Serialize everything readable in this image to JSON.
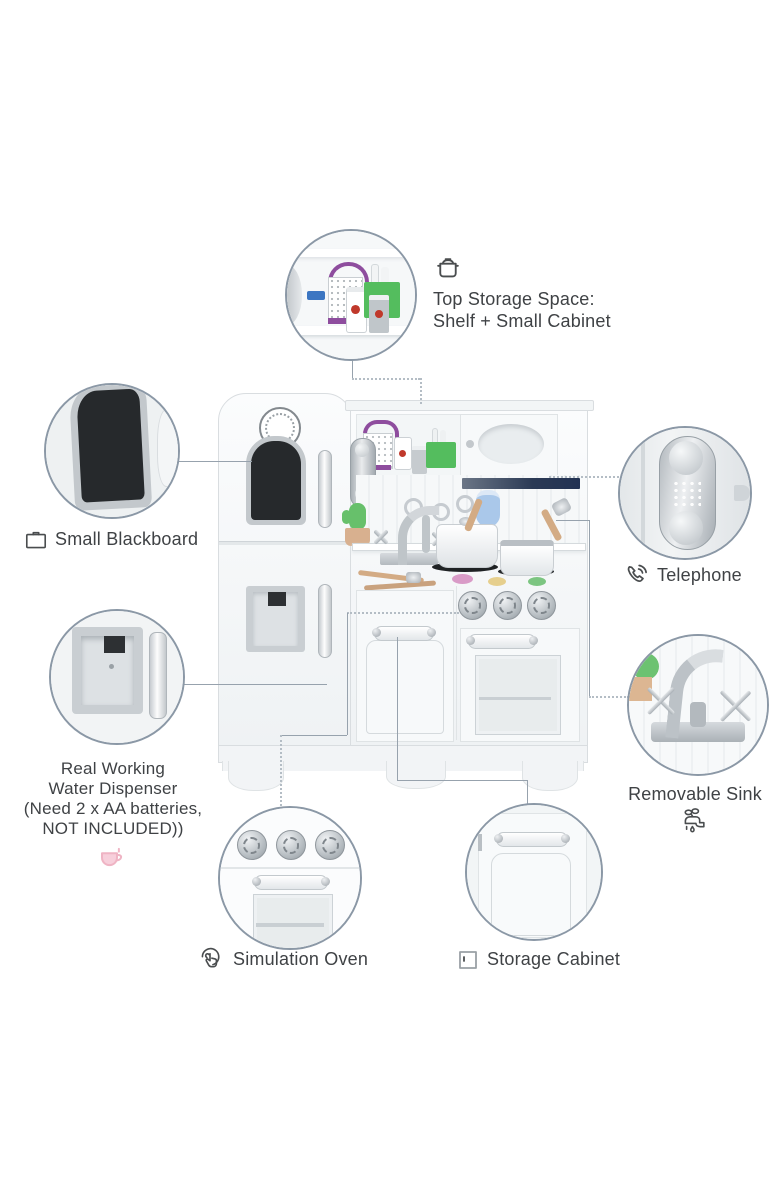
{
  "page": {
    "background": "#ffffff"
  },
  "colors": {
    "callout_border": "#8b98a6",
    "text": "#3f4245",
    "blackboard": "#26292c",
    "accent_purple": "#8e4d9e",
    "accent_green": "#54bd5e",
    "accent_blue": "#3c76c2",
    "accent_red": "#c0392b",
    "cup_pink": "#f3c4d2",
    "dark_strip": "#2b3a55",
    "silver": "#c6cbd0"
  },
  "callouts": {
    "top_storage": {
      "icon": "pot-icon",
      "label_lines": [
        "Top Storage Space:",
        "Shelf + Small Cabinet"
      ]
    },
    "blackboard": {
      "icon": "blackboard-icon",
      "label": "Small Blackboard"
    },
    "telephone": {
      "icon": "phone-icon",
      "label": "Telephone"
    },
    "water_dispenser": {
      "icon": "cup-icon",
      "label_lines": [
        "Real Working",
        "Water Dispenser",
        "(Need 2 x AA batteries,",
        "NOT INCLUDED))"
      ]
    },
    "sink": {
      "icon": "faucet-icon",
      "label": "Removable Sink"
    },
    "oven": {
      "icon": "hand-click-icon",
      "label": "Simulation Oven"
    },
    "cabinet": {
      "icon": "cabinet-icon",
      "label": "Storage Cabinet"
    }
  }
}
